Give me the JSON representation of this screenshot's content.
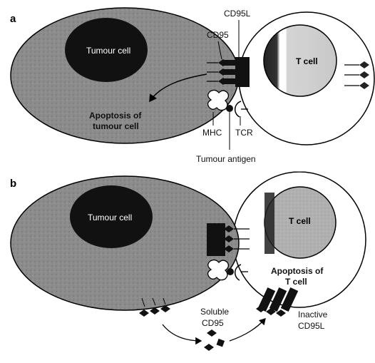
{
  "panel_a": {
    "letter": "a",
    "tumour_cell": "Tumour cell",
    "t_cell": "T cell",
    "cd95l": "CD95L",
    "cd95": "CD95",
    "apoptosis_line1": "Apoptosis of",
    "apoptosis_line2": "tumour cell",
    "mhc": "MHC",
    "tcr": "TCR",
    "tumour_antigen": "Tumour antigen"
  },
  "panel_b": {
    "letter": "b",
    "tumour_cell": "Tumour cell",
    "t_cell": "T cell",
    "apoptosis_line1": "Apoptosis of",
    "apoptosis_line2": "T cell",
    "soluble_line1": "Soluble",
    "soluble_line2": "CD95",
    "inactive_line1": "Inactive",
    "inactive_line2": "CD95L"
  },
  "colors": {
    "tumour_cytoplasm": "#8a8a8a",
    "tumour_nucleus": "#111111",
    "t_cell_body": "#ffffff",
    "t_cell_nucleus": "#a9a9a9",
    "receptor": "#111111"
  }
}
